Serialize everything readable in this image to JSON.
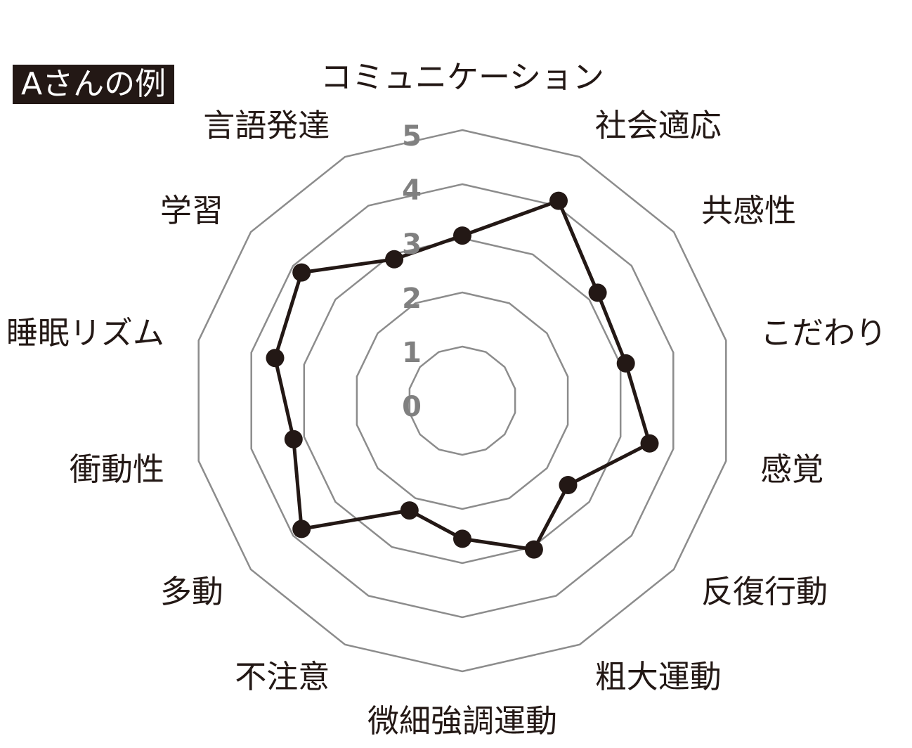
{
  "badge": {
    "text": "Aさんの例"
  },
  "colors": {
    "grid": "#8c8c8c",
    "series": "#231815",
    "tick": "#808080",
    "badge_bg": "#231815",
    "badge_text": "#ffffff"
  },
  "chart_data": {
    "type": "radar",
    "axes": [
      "コミュニケーション",
      "社会適応",
      "共感性",
      "こだわり",
      "感覚",
      "反復行動",
      "粗大運動",
      "微細強調運動",
      "不注意",
      "多動",
      "衝動性",
      "睡眠リズム",
      "学習",
      "言語発達"
    ],
    "rlim": [
      0,
      5
    ],
    "ticks": [
      "0",
      "1",
      "2",
      "3",
      "4",
      "5"
    ],
    "grid": true,
    "series": [
      {
        "values": [
          3.05,
          4.1,
          3.2,
          3.1,
          3.55,
          2.5,
          3.05,
          2.55,
          2.25,
          3.8,
          3.2,
          3.55,
          3.8,
          2.9
        ]
      }
    ]
  }
}
